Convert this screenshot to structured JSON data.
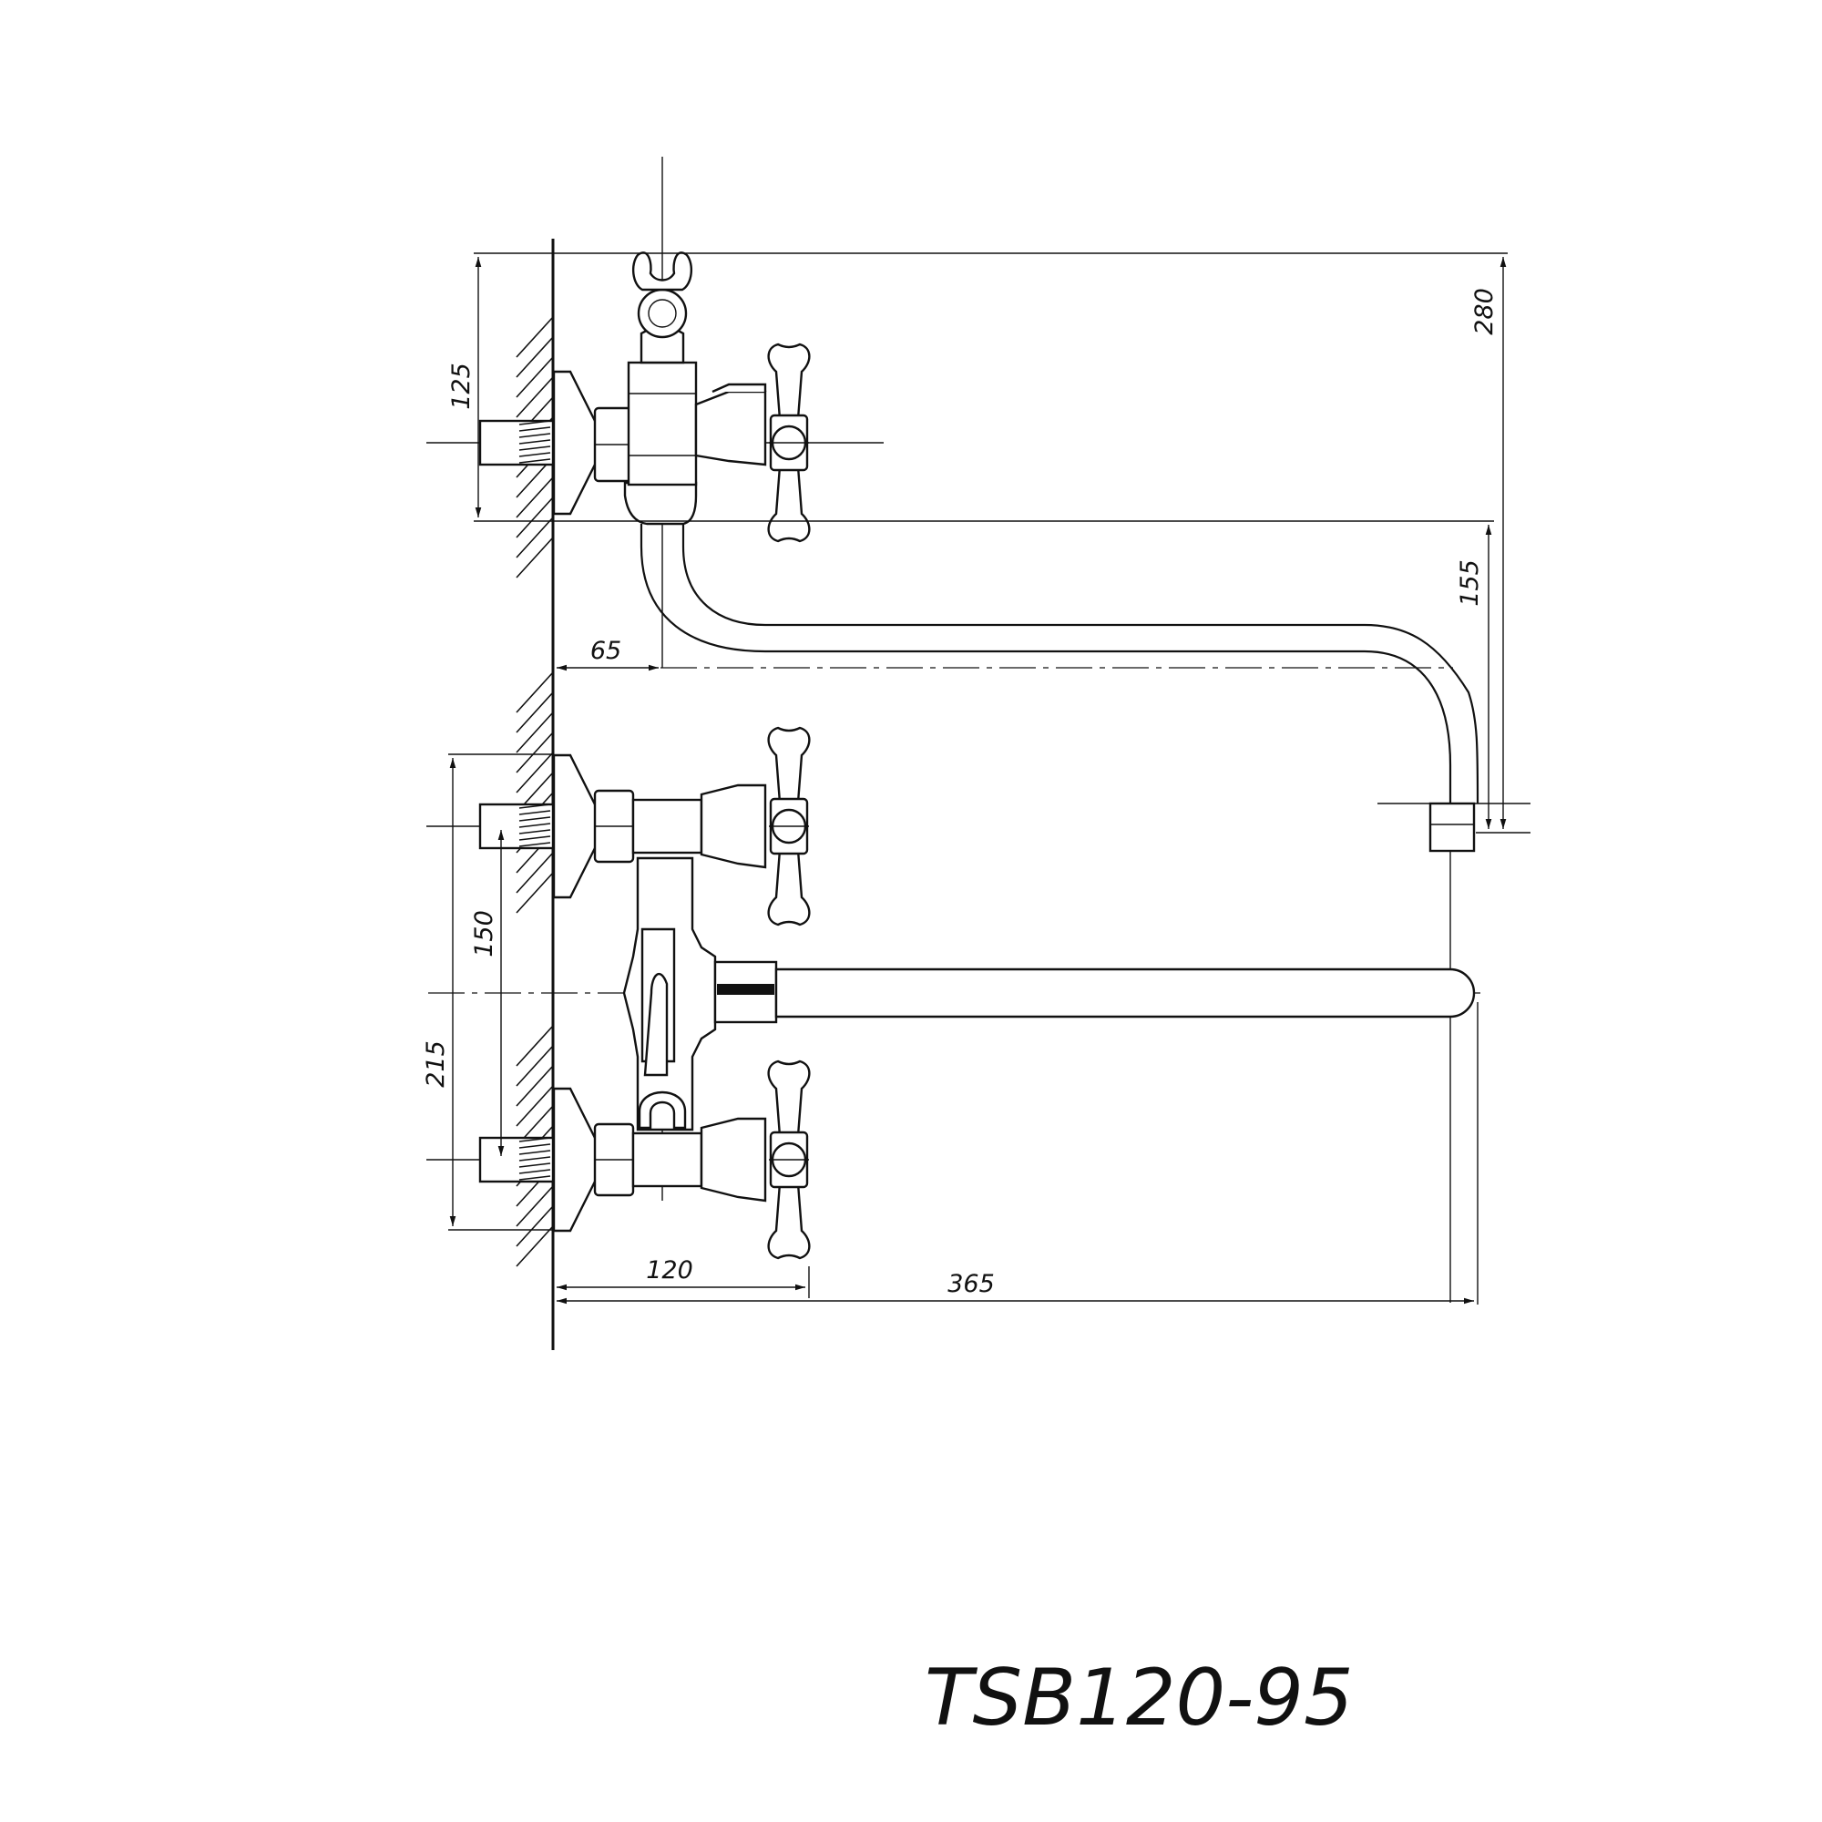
{
  "model": "TSB120-95",
  "dimensions": {
    "spout_height_total": "280",
    "upper_outlet_height": "125",
    "spout_drop": "155",
    "spout_offset": "65",
    "inlet_spacing": "150",
    "lower_height": "215",
    "handle_projection": "120",
    "spout_reach": "365"
  }
}
